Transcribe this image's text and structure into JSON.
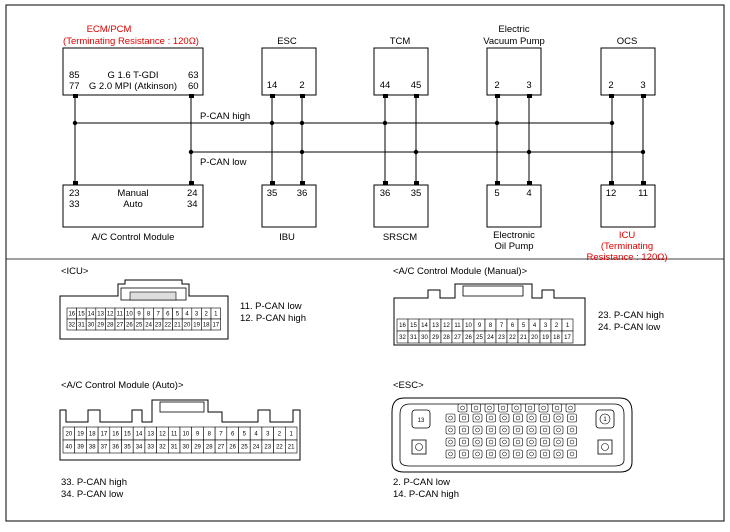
{
  "top": {
    "ecm": {
      "name": "ECM/PCM",
      "note": "(Terminating Resistance : 120Ω)",
      "row1": {
        "pin_a": "85",
        "label": "G 1.6 T-GDI",
        "pin_b": "63"
      },
      "row2": {
        "pin_a": "77",
        "label": "G 2.0 MPI (Atkinson)",
        "pin_b": "60"
      }
    },
    "esc": {
      "name": "ESC",
      "pin_a": "14",
      "pin_b": "2"
    },
    "tcm": {
      "name": "TCM",
      "pin_a": "44",
      "pin_b": "45"
    },
    "evp": {
      "name_line1": "Electric",
      "name_line2": "Vacuum Pump",
      "pin_a": "2",
      "pin_b": "3"
    },
    "ocs": {
      "name": "OCS",
      "pin_a": "2",
      "pin_b": "3"
    }
  },
  "buses": {
    "high": "P-CAN high",
    "low": "P-CAN low"
  },
  "bottom": {
    "acm": {
      "name": "A/C Control Module",
      "row1": {
        "pin_a": "23",
        "label": "Manual",
        "pin_b": "24"
      },
      "row2": {
        "pin_a": "33",
        "label": "Auto",
        "pin_b": "34"
      }
    },
    "ibu": {
      "name": "IBU",
      "pin_a": "35",
      "pin_b": "36"
    },
    "srscm": {
      "name": "SRSCM",
      "pin_a": "36",
      "pin_b": "35"
    },
    "eop": {
      "name_line1": "Electronic",
      "name_line2": "Oil Pump",
      "pin_a": "5",
      "pin_b": "4"
    },
    "icu": {
      "name": "ICU",
      "note_line1": "(Terminating",
      "note_line2": "Resistance : 120Ω)",
      "pin_a": "12",
      "pin_b": "11"
    }
  },
  "connectors": {
    "icu": {
      "title": "<ICU>",
      "row1": [
        "16",
        "15",
        "14",
        "13",
        "12",
        "11",
        "10",
        "9",
        "8",
        "7",
        "6",
        "5",
        "4",
        "3",
        "2",
        "1"
      ],
      "row2": [
        "32",
        "31",
        "30",
        "29",
        "28",
        "27",
        "26",
        "25",
        "24",
        "23",
        "22",
        "21",
        "20",
        "19",
        "18",
        "17"
      ],
      "notes": [
        "11. P-CAN low",
        "12. P-CAN high"
      ]
    },
    "acm_manual": {
      "title": "<A/C Control Module (Manual)>",
      "row1": [
        "16",
        "15",
        "14",
        "13",
        "12",
        "11",
        "10",
        "9",
        "8",
        "7",
        "6",
        "5",
        "4",
        "3",
        "2",
        "1"
      ],
      "row2": [
        "32",
        "31",
        "30",
        "29",
        "28",
        "27",
        "26",
        "25",
        "24",
        "23",
        "22",
        "21",
        "20",
        "19",
        "18",
        "17"
      ],
      "notes": [
        "23. P-CAN high",
        "24. P-CAN low"
      ]
    },
    "acm_auto": {
      "title": "<A/C Control Module (Auto)>",
      "row1": [
        "20",
        "19",
        "18",
        "17",
        "16",
        "15",
        "14",
        "13",
        "12",
        "11",
        "10",
        "9",
        "8",
        "7",
        "6",
        "5",
        "4",
        "3",
        "2",
        "1"
      ],
      "row2": [
        "40",
        "39",
        "38",
        "37",
        "36",
        "35",
        "34",
        "33",
        "32",
        "31",
        "30",
        "29",
        "28",
        "27",
        "26",
        "25",
        "24",
        "23",
        "22",
        "21"
      ],
      "notes": [
        "33. P-CAN high",
        "34. P-CAN low"
      ]
    },
    "esc": {
      "title": "<ESC>",
      "pin_left_top": "13",
      "pin_right_top": "1",
      "notes": [
        "2. P-CAN low",
        "14. P-CAN high"
      ]
    }
  }
}
